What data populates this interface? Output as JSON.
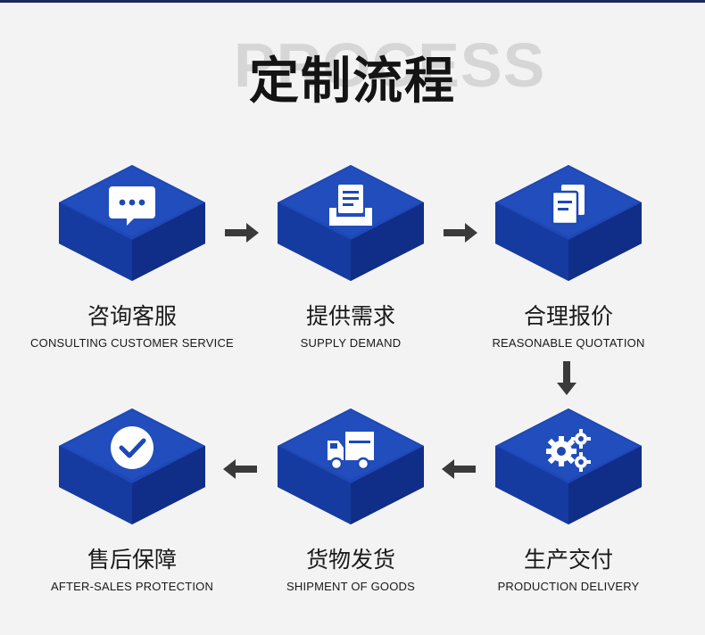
{
  "header": {
    "background_word": "PROCESS",
    "title": "定制流程"
  },
  "colors": {
    "block_top": "#1e48b6",
    "block_side": "#112f8f",
    "arrow": "#3a3a3a",
    "title": "#141414"
  },
  "steps": [
    {
      "cn": "咨询客服",
      "en": "CONSULTING CUSTOMER SERVICE",
      "icon": "chat-bubble-icon"
    },
    {
      "cn": "提供需求",
      "en": "SUPPLY DEMAND",
      "icon": "document-tray-icon"
    },
    {
      "cn": "合理报价",
      "en": "REASONABLE QUOTATION",
      "icon": "documents-icon"
    },
    {
      "cn": "生产交付",
      "en": "PRODUCTION DELIVERY",
      "icon": "gears-icon"
    },
    {
      "cn": "货物发货",
      "en": "SHIPMENT OF GOODS",
      "icon": "delivery-truck-icon"
    },
    {
      "cn": "售后保障",
      "en": "AFTER-SALES PROTECTION",
      "icon": "check-circle-icon"
    }
  ]
}
